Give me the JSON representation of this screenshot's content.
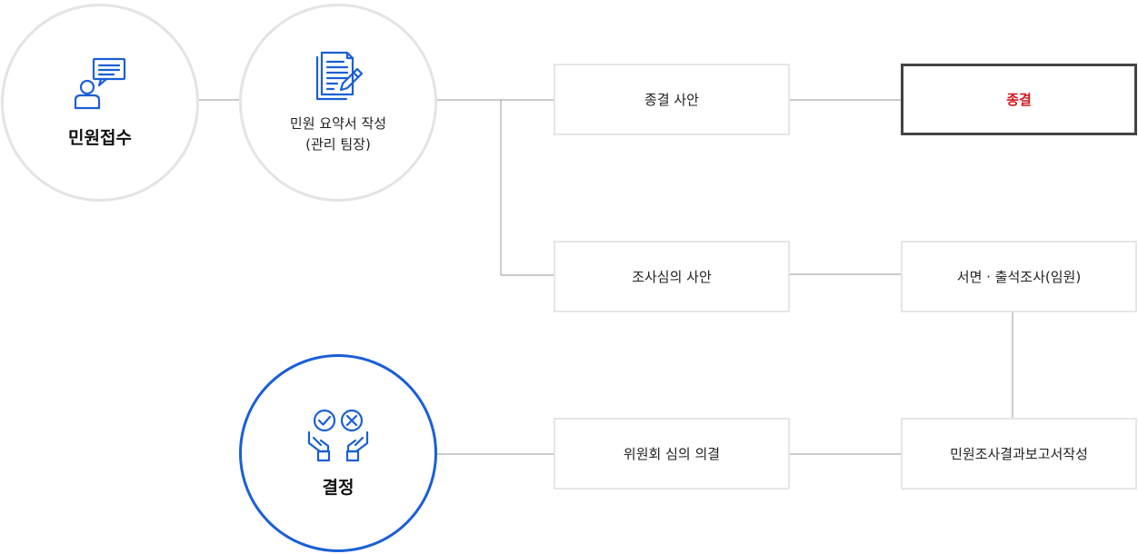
{
  "circles": {
    "receipt": {
      "label": "민원접수",
      "icon": "person-chat-icon"
    },
    "summary": {
      "line1": "민원 요약서 작성",
      "line2": "(관리 팀장)",
      "icon": "document-edit-icon"
    },
    "decision": {
      "label": "결정",
      "icon": "hands-check-cross-icon"
    }
  },
  "boxes": {
    "closing_case": "종결 사안",
    "closing": "종결",
    "investigation_case": "조사심의 사안",
    "written_attendance": "서면 · 출석조사(임원)",
    "committee_opinion": "위원회 심의 의결",
    "report_writing": "민원조사결과보고서작성"
  },
  "colors": {
    "accent_blue": "#1a5fd6",
    "closing_red": "#d4141c",
    "line_gray": "#999999",
    "circle_border": "#e4e4e4"
  }
}
